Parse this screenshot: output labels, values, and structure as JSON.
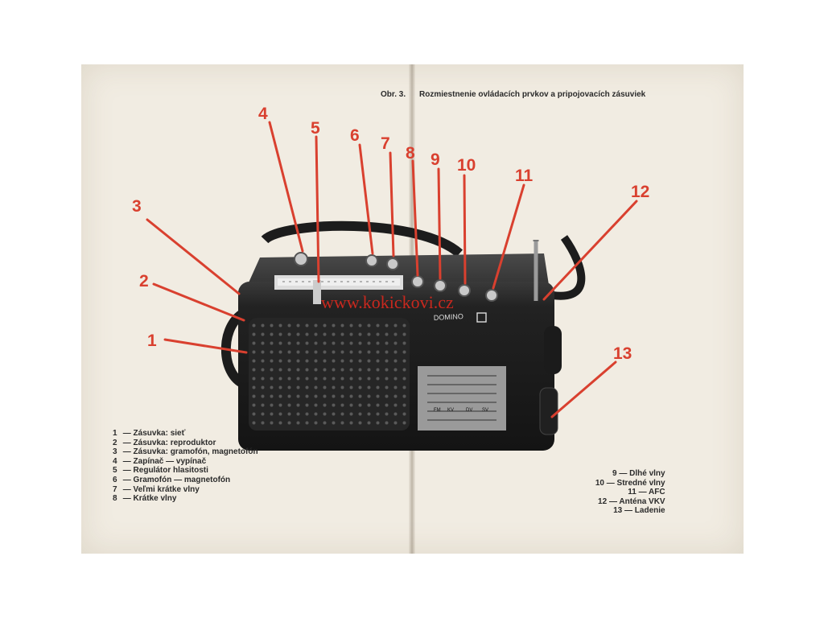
{
  "figure": {
    "number": "Obr. 3.",
    "title": "Rozmiestnenie ovládacích prvkov a pripojovacích zásuviek"
  },
  "callouts": [
    "1",
    "2",
    "3",
    "4",
    "5",
    "6",
    "7",
    "8",
    "9",
    "10",
    "11",
    "12",
    "13"
  ],
  "device": {
    "brand": "DOMINO",
    "band_labels": [
      "FM",
      "KV",
      "DV",
      "SV"
    ]
  },
  "legend_left": [
    {
      "num": "1",
      "text": "— Zásuvka: sieť"
    },
    {
      "num": "2",
      "text": "— Zásuvka: reproduktor"
    },
    {
      "num": "3",
      "text": "— Zásuvka: gramofón, magnetofón"
    },
    {
      "num": "4",
      "text": "— Zapínač — vypínač"
    },
    {
      "num": "5",
      "text": "— Regulátor hlasitosti"
    },
    {
      "num": "6",
      "text": "— Gramofón — magnetofón"
    },
    {
      "num": "7",
      "text": "— Veľmi krátke vlny"
    },
    {
      "num": "8",
      "text": "— Krátke vlny"
    }
  ],
  "legend_right": [
    {
      "num": "9",
      "text": "— Dlhé vlny"
    },
    {
      "num": "10",
      "text": "— Stredné vlny"
    },
    {
      "num": "11",
      "text": "— AFC"
    },
    {
      "num": "12",
      "text": "— Anténa VKV"
    },
    {
      "num": "13",
      "text": "— Ladenie"
    }
  ],
  "watermark": "www.kokickovi.cz",
  "colors": {
    "paper": "#f1ece2",
    "callout_red": "#d9402f",
    "radio_body": "#1e1e1e",
    "text": "#2b2b2b"
  }
}
